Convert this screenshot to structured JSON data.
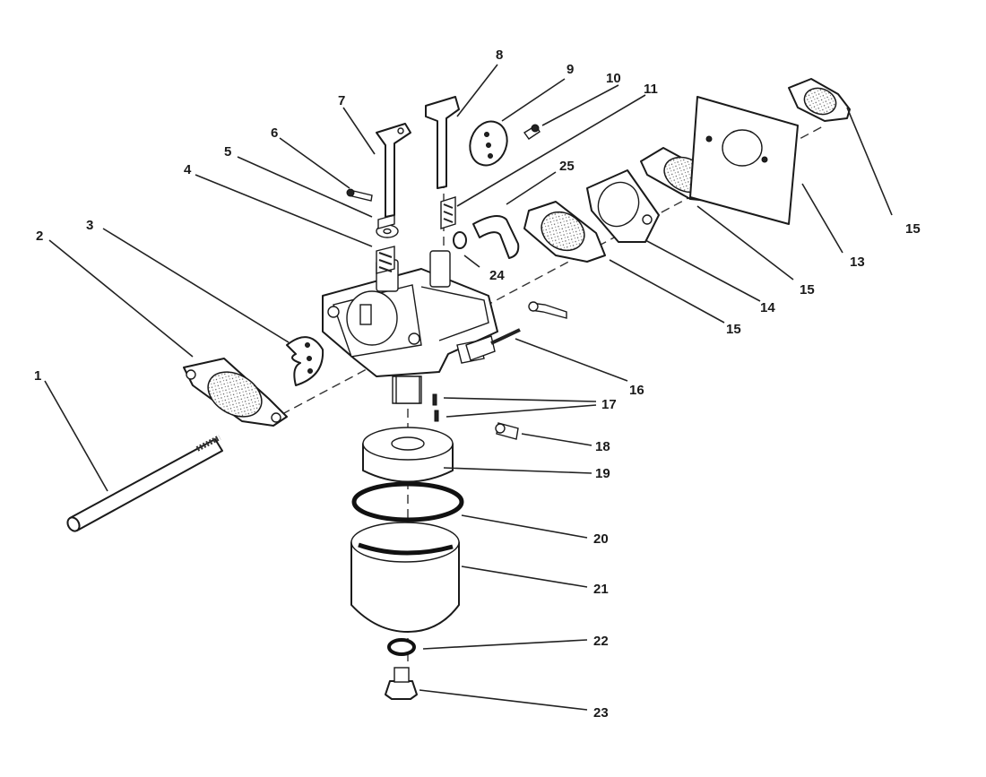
{
  "diagram": {
    "type": "exploded-parts-diagram",
    "callouts": [
      {
        "id": "p1",
        "label": "1"
      },
      {
        "id": "p2",
        "label": "2"
      },
      {
        "id": "p3",
        "label": "3"
      },
      {
        "id": "p4",
        "label": "4"
      },
      {
        "id": "p5",
        "label": "5"
      },
      {
        "id": "p6",
        "label": "6"
      },
      {
        "id": "p7",
        "label": "7"
      },
      {
        "id": "p8",
        "label": "8"
      },
      {
        "id": "p9",
        "label": "9"
      },
      {
        "id": "p10",
        "label": "10"
      },
      {
        "id": "p11",
        "label": "11"
      },
      {
        "id": "p25",
        "label": "25"
      },
      {
        "id": "p24",
        "label": "24"
      },
      {
        "id": "p15a",
        "label": "15"
      },
      {
        "id": "p15b",
        "label": "15"
      },
      {
        "id": "p15c",
        "label": "15"
      },
      {
        "id": "p14",
        "label": "14"
      },
      {
        "id": "p13",
        "label": "13"
      },
      {
        "id": "p16",
        "label": "16"
      },
      {
        "id": "p17",
        "label": "17"
      },
      {
        "id": "p18",
        "label": "18"
      },
      {
        "id": "p19",
        "label": "19"
      },
      {
        "id": "p20",
        "label": "20"
      },
      {
        "id": "p21",
        "label": "21"
      },
      {
        "id": "p22",
        "label": "22"
      },
      {
        "id": "p23",
        "label": "23"
      }
    ]
  }
}
